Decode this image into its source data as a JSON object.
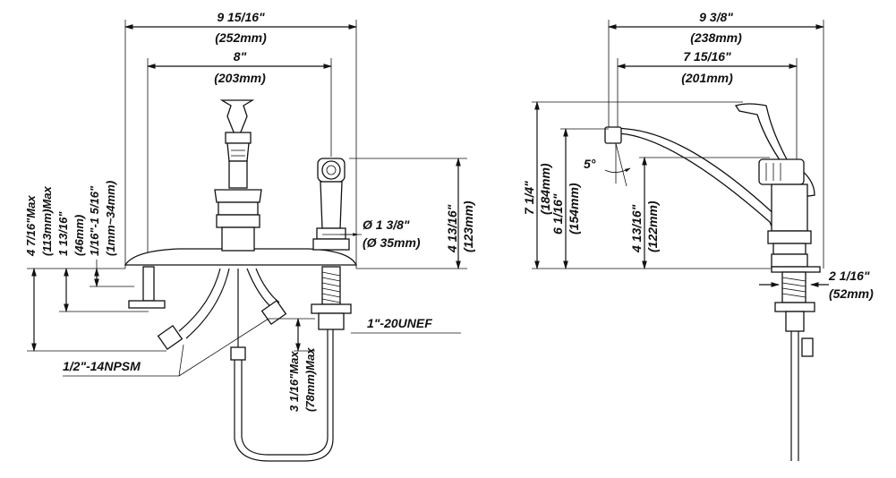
{
  "front_view": {
    "overall_width": {
      "imperial": "9 15/16\"",
      "metric": "(252mm)"
    },
    "center_spread": {
      "imperial": "8\"",
      "metric": "(203mm)"
    },
    "sprayer_diameter": {
      "imperial": "Ø 1 3/8\"",
      "metric": "(Ø 35mm)"
    },
    "sprayer_height": {
      "imperial": "4 13/16\"",
      "metric": "(123mm)"
    },
    "max_below_deck": {
      "imperial": "4 7/16\"Max",
      "metric": "(113mm)Max"
    },
    "shank_length": {
      "imperial": "1 13/16\"",
      "metric": "(46mm)"
    },
    "deck_thickness": {
      "imperial": "1/16\"-1 5/16\"",
      "metric": "(1mm~34mm)"
    },
    "supply_thread": "1/2\"-14NPSM",
    "hose_thread": "1\"-20UNEF",
    "hose_drop": {
      "imperial": "3 1/16\"Max",
      "metric": "(78mm)Max"
    }
  },
  "side_view": {
    "overall_reach": {
      "imperial": "9 3/8\"",
      "metric": "(238mm)"
    },
    "spout_reach": {
      "imperial": "7 15/16\"",
      "metric": "(201mm)"
    },
    "overall_height": {
      "imperial": "7 1/4\"",
      "metric": "(184mm)"
    },
    "spout_height": {
      "imperial": "6 1/16\"",
      "metric": "(154mm)"
    },
    "aerator_height": {
      "imperial": "4 13/16\"",
      "metric": "(122mm)"
    },
    "tilt_angle": "5°",
    "base_width": {
      "imperial": "2 1/16\"",
      "metric": "(52mm)"
    }
  }
}
